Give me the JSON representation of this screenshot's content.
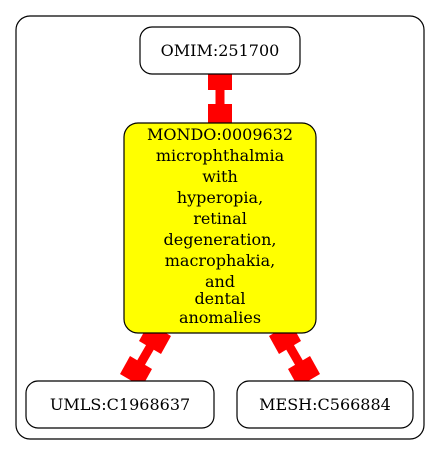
{
  "diagram": {
    "nodes": {
      "omim": {
        "label": "OMIM:251700"
      },
      "mondo": {
        "lines": [
          "MONDO:0009632",
          "microphthalmia",
          "with",
          "hyperopia,",
          "retinal",
          "degeneration,",
          "macrophakia,",
          "and",
          "dental",
          "anomalies"
        ],
        "fill": "#ffff00"
      },
      "umls": {
        "label": "UMLS:C1968637"
      },
      "mesh": {
        "label": "MESH:C566884"
      }
    },
    "edge_color": "#ff0000"
  }
}
